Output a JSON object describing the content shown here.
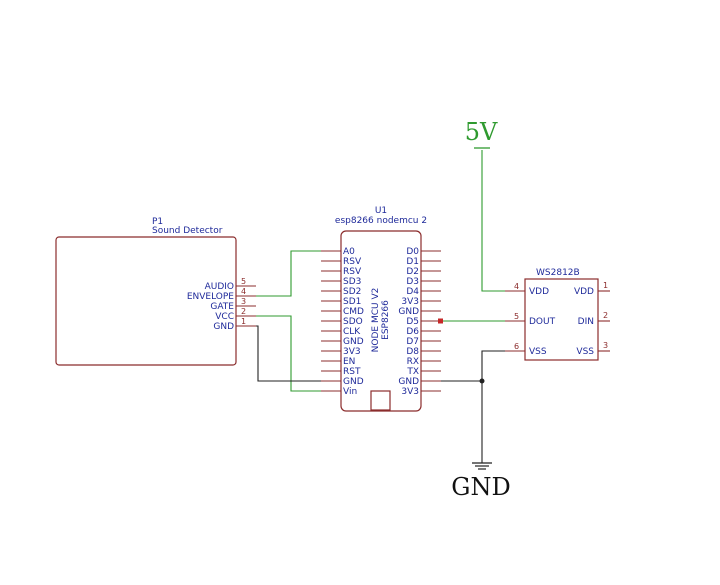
{
  "colors": {
    "component": "#8b2c2c",
    "label": "#1f2a9a",
    "wire_signal": "#2f9a2f",
    "wire_ground": "#222222",
    "power": "#2f9a2f",
    "ground_label": "#111111"
  },
  "power": {
    "label": "5V"
  },
  "ground": {
    "label": "GND"
  },
  "p1": {
    "ref": "P1",
    "value": "Sound Detector",
    "pins": [
      {
        "name": "AUDIO",
        "num": "5"
      },
      {
        "name": "ENVELOPE",
        "num": "4"
      },
      {
        "name": "GATE",
        "num": "3"
      },
      {
        "name": "VCC",
        "num": "2"
      },
      {
        "name": "GND",
        "num": "1"
      }
    ]
  },
  "u1": {
    "ref": "U1",
    "value": "esp8266 nodemcu 2",
    "body_line1": "NODE MCU V2",
    "body_line2": "ESP8266",
    "left_pins": [
      "A0",
      "RSV",
      "RSV",
      "SD3",
      "SD2",
      "SD1",
      "CMD",
      "SDO",
      "CLK",
      "GND",
      "3V3",
      "EN",
      "RST",
      "GND",
      "Vin"
    ],
    "right_pins": [
      "D0",
      "D1",
      "D2",
      "D3",
      "D4",
      "3V3",
      "GND",
      "D5",
      "D6",
      "D7",
      "D8",
      "RX",
      "TX",
      "GND",
      "3V3"
    ]
  },
  "ws": {
    "ref": "WS2812B",
    "left_pins": [
      {
        "name": "VDD",
        "num": "4"
      },
      {
        "name": "DOUT",
        "num": "5"
      },
      {
        "name": "VSS",
        "num": "6"
      }
    ],
    "right_pins": [
      {
        "name": "VDD",
        "num": "1"
      },
      {
        "name": "DIN",
        "num": "2"
      },
      {
        "name": "VSS",
        "num": "3"
      }
    ]
  }
}
